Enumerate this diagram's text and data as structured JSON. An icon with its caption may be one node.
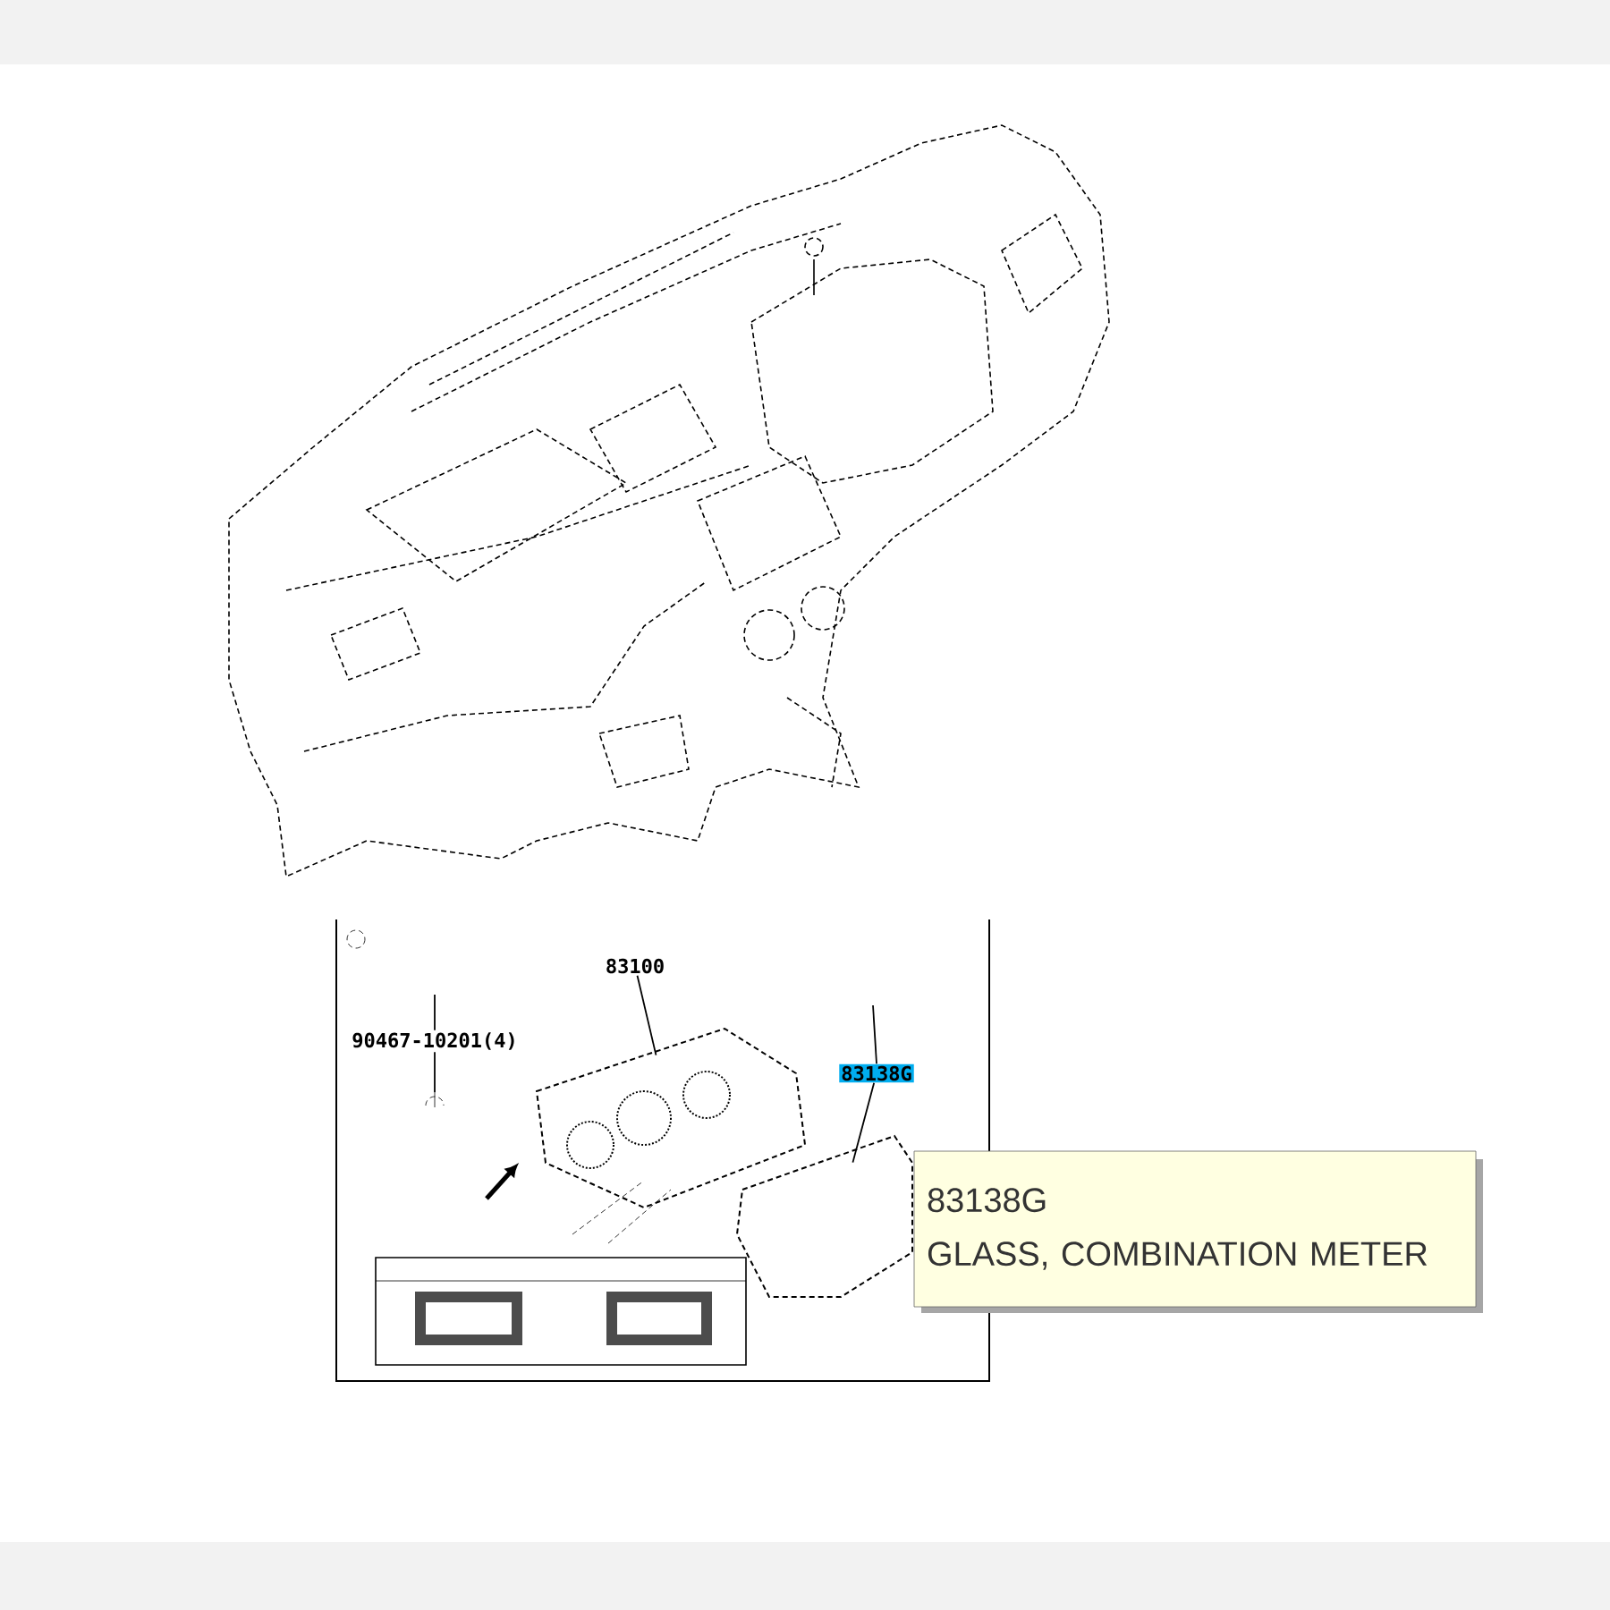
{
  "diagram": {
    "nodes": [
      {
        "text": [
          "90467-10201(4)"
        ]
      },
      {
        "text": [],
        "shape": "picture"
      },
      {
        "text": [
          "83100"
        ]
      },
      {
        "text": [],
        "shape": "picture"
      },
      {
        "text": [
          "83138G"
        ]
      },
      {
        "text": [],
        "shape": "picture"
      },
      {
        "text": [
          "83138G",
          "GLASS, COMBINATION METER"
        ]
      }
    ],
    "edges": [
      {
        "from": 0,
        "to": 1,
        "arrow": "none"
      },
      {
        "from": 2,
        "to": 3,
        "arrow": "none"
      },
      {
        "from": 4,
        "to": 5,
        "arrow": "none"
      },
      {
        "from": 0,
        "to": null,
        "arrow": "none"
      },
      {
        "from": 4,
        "to": null,
        "arrow": "none"
      }
    ]
  }
}
